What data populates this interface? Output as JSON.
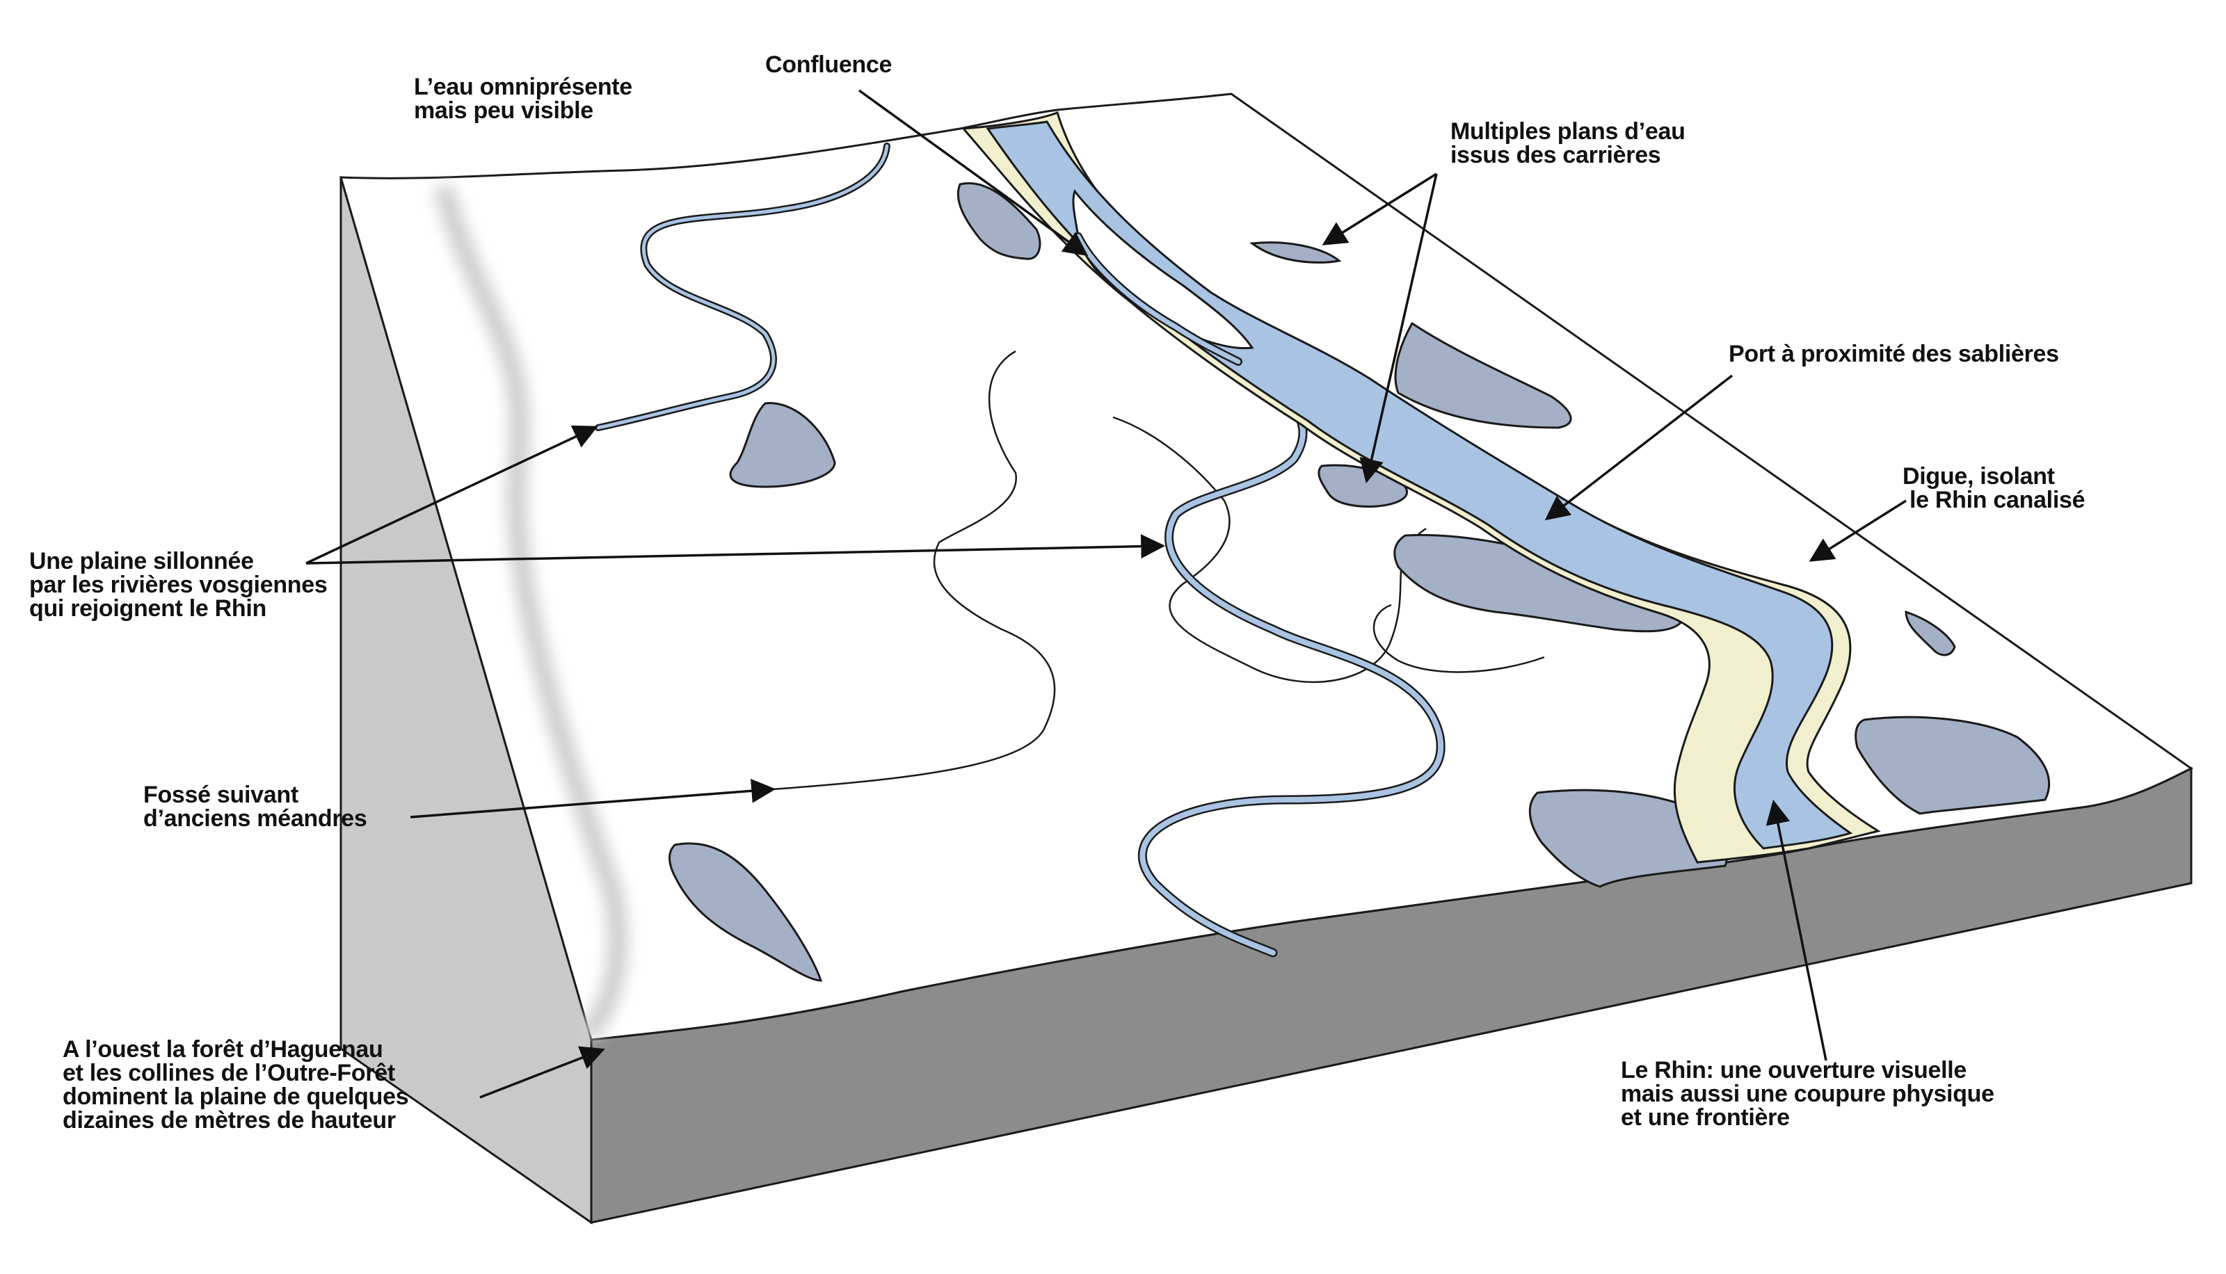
{
  "labels": {
    "eau": [
      "L’eau omniprésente",
      "mais peu visible"
    ],
    "confluence": [
      "Confluence"
    ],
    "plans_eau": [
      "Multiples plans d’eau",
      "issus des carrières"
    ],
    "port": [
      "Port à proximité des sablières"
    ],
    "digue": [
      "Digue, isolant",
      "le Rhin canalisé"
    ],
    "plaine": [
      "Une plaine sillonnée",
      "par les rivières vosgiennes",
      "qui rejoignent  le  Rhin"
    ],
    "fosse": [
      "Fossé suivant",
      "d’anciens méandres"
    ],
    "ouest": [
      "A l’ouest la forêt d’Haguenau",
      "et les collines de l’Outre-Forêt",
      "dominent la plaine de quelques",
      "dizaines de mètres de hauteur"
    ],
    "rhin": [
      "Le Rhin: une ouverture visuelle",
      "mais aussi une coupure physique",
      "et une frontière"
    ]
  },
  "colors": {
    "river": "#a9c4e3",
    "lake": "#a3b0c5",
    "dike": "#f2efcf",
    "front_face": "#8c8c8c",
    "side_face": "#c9c9c9",
    "top_face": "#ffffff",
    "outline": "#1a1a1a"
  }
}
